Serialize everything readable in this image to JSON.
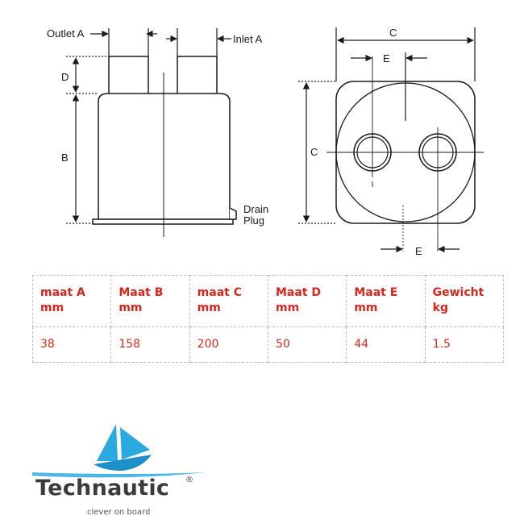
{
  "diagram": {
    "labels": {
      "outlet": "Outlet A",
      "inlet": "Inlet A",
      "d": "D",
      "b": "B",
      "drain_line1": "Drain",
      "drain_line2": "Plug",
      "c_top": "C",
      "e_top": "E",
      "c_side": "C",
      "e_bottom": "E"
    }
  },
  "spec_table": {
    "headers": [
      {
        "line1": "maat A",
        "line2": "mm"
      },
      {
        "line1": "Maat B",
        "line2": "mm"
      },
      {
        "line1": "maat C",
        "line2": "mm"
      },
      {
        "line1": "Maat D",
        "line2": "mm"
      },
      {
        "line1": "Maat E",
        "line2": "mm"
      },
      {
        "line1": "Gewicht",
        "line2": "kg"
      }
    ],
    "values": [
      "38",
      "158",
      "200",
      "50",
      "44",
      "1.5"
    ]
  },
  "brand": {
    "name": "Technautic",
    "registered": "®",
    "tagline": "clever on board"
  },
  "colors": {
    "table_text": "#d9261c",
    "logo_blue": "#29a9e0",
    "logo_text": "#3b3b3b"
  }
}
